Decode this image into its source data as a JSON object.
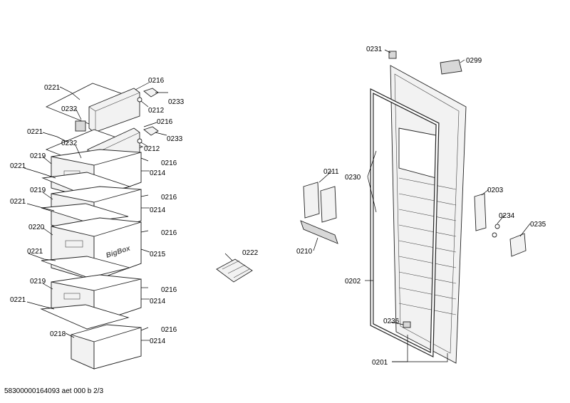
{
  "footer": {
    "document_code": "58300000164093 aet 000 b 2/3"
  },
  "brand_text": {
    "bigbox": "BigBox"
  },
  "labels": {
    "l0221a": "0221",
    "l0216a": "0216",
    "l0233a": "0233",
    "l0232a": "0232",
    "l0212a": "0212",
    "l0221b": "0221",
    "l0216b": "0216",
    "l0233b": "0233",
    "l0232b": "0232",
    "l0212b": "0212",
    "l0219a": "0219",
    "l0216c": "0216",
    "l0221c": "0221",
    "l0214a": "0214",
    "l0219b": "0219",
    "l0216d": "0216",
    "l0221d": "0221",
    "l0214b": "0214",
    "l0220": "0220",
    "l0216e": "0216",
    "l0221e": "0221",
    "l0215": "0215",
    "l0219c": "0219",
    "l0216f": "0216",
    "l0221f": "0221",
    "l0214c": "0214",
    "l0218": "0218",
    "l0216g": "0216",
    "l0214d": "0214",
    "l0222": "0222",
    "l0231": "0231",
    "l0299": "0299",
    "l0211": "0211",
    "l0230": "0230",
    "l0210": "0210",
    "l0203": "0203",
    "l0234": "0234",
    "l0235": "0235",
    "l0202": "0202",
    "l0236": "0236",
    "l0201": "0201"
  },
  "colors": {
    "line": "#222222",
    "background": "#ffffff"
  }
}
